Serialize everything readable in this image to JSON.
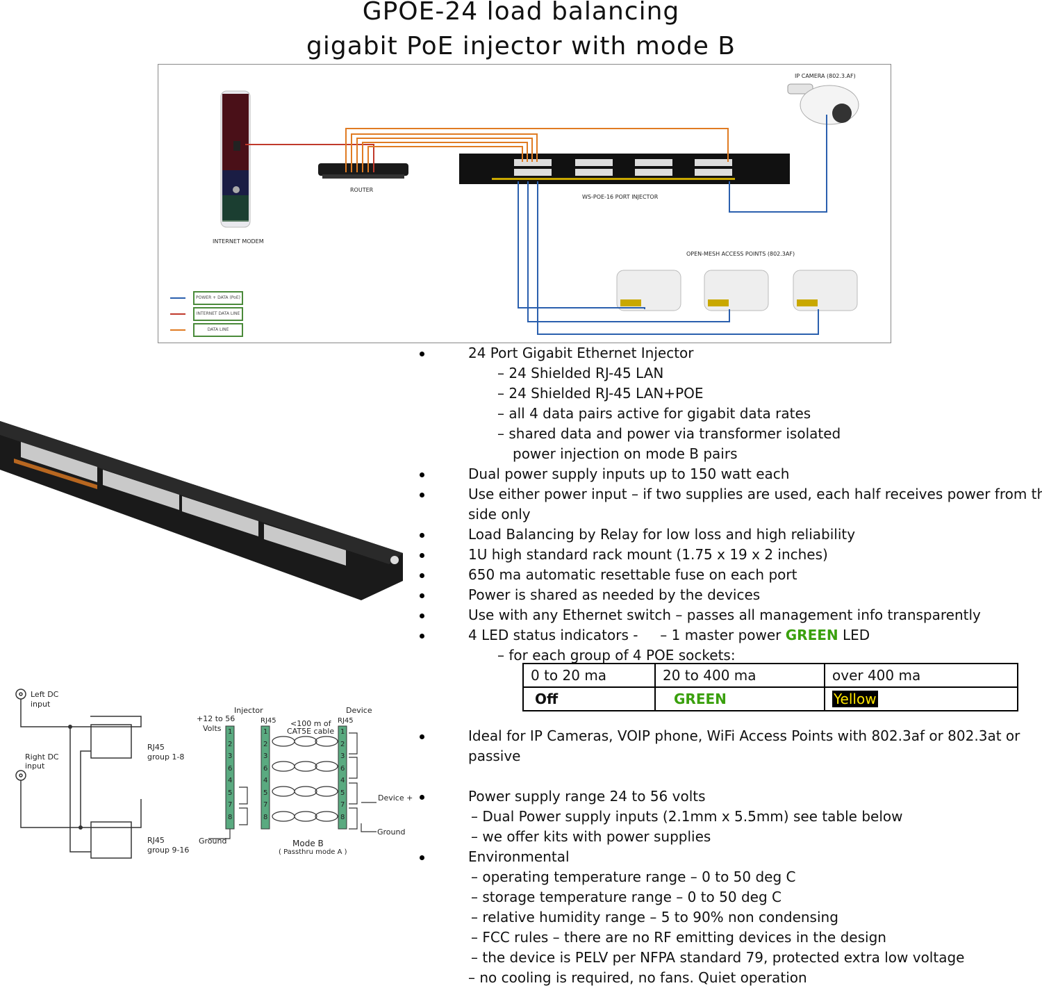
{
  "title": {
    "line1": "GPOE-24    load balancing",
    "line2": "gigabit PoE injector with mode B"
  },
  "diagram": {
    "labels": {
      "ip_camera": "IP CAMERA (802.3.AF)",
      "router": "ROUTER",
      "injector": "WS-POE-16 PORT INJECTOR",
      "modem": "INTERNET MODEM",
      "access_points": "OPEN-MESH ACCESS POINTS (802.3AF)"
    },
    "legend": [
      {
        "label": "POWER + DATA (PoE)",
        "color": "#2a5fae"
      },
      {
        "label": "INTERNET DATA LINE",
        "color": "#c0392b"
      },
      {
        "label": "DATA LINE",
        "color": "#e07b22"
      }
    ]
  },
  "features": {
    "b1": "24 Port Gigabit Ethernet Injector",
    "b1_s1": "– 24 Shielded RJ-45 LAN",
    "b1_s2": "– 24 Shielded RJ-45 LAN+POE",
    "b1_s3": "– all 4 data pairs active for gigabit data rates",
    "b1_s4": "– shared data and power via transformer isolated",
    "b1_s5": "power injection on mode B   pairs",
    "b2": "Dual power supply inputs up to 150 watt each",
    "b3a": "Use either power input – if two supplies are used, each half receives power from that",
    "b3b": "side only",
    "b4": "Load Balancing by Relay for low loss and high reliability",
    "b5": "1U high standard rack mount (1.75 x 19 x 2 inches)",
    "b6": "650 ma automatic resettable fuse on each port",
    "b7": "Power is shared as needed by the devices",
    "b8": "Use with any Ethernet switch – passes all management info transparently",
    "b9_pre": "4 LED status indicators -     – 1 master power ",
    "b9_green": "GREEN",
    "b9_post": " LED",
    "b9_sub": "– for each group of 4 POE sockets:",
    "b10a": "Ideal for IP Cameras, VOIP phone, WiFi Access Points with 802.3af or 802.3at or",
    "b10b": "passive",
    "b11": "Power supply range 24 to 56 volts",
    "b11_s1": "– Dual Power supply inputs  (2.1mm x 5.5mm) see table below",
    "b11_s2": "– we offer kits with power supplies",
    "b12": "Environmental",
    "b12_s1": "– operating temperature range – 0 to 50 deg C",
    "b12_s2": "– storage temperature range – 0 to 50 deg C",
    "b12_s3": "– relative humidity range – 5 to 90% non condensing",
    "b12_s4": "– FCC rules – there are no RF emitting devices in the design",
    "b12_s5": "– the device is PELV per NFPA standard 79, protected extra low voltage",
    "b12_s6": "– no cooling is required, no fans.  Quiet operation"
  },
  "led_table": {
    "header": [
      "0 to 20 ma",
      "20 to 400 ma",
      "over 400 ma"
    ],
    "values": [
      "Off",
      "GREEN",
      "Yellow"
    ]
  },
  "circuit": {
    "left_dc": "Left DC",
    "input1": "input",
    "right_dc": "Right DC",
    "input2": "input",
    "rj45_g1": "RJ45",
    "group1": "group 1-8",
    "rj45_g2": "RJ45",
    "group2": "group 9-16",
    "voltage": "+12 to 56",
    "volts": "Volts",
    "injector": "Injector",
    "rj45_a": "RJ45",
    "cable1": "<100 m of",
    "cable2": "CAT5E cable",
    "device": "Device",
    "rj45_b": "RJ45",
    "device_plus": "Device +",
    "ground_l": "Ground",
    "ground_r": "Ground",
    "mode": "Mode B",
    "passthru": "( Passthru mode A )",
    "pins": [
      "1",
      "2",
      "3",
      "6",
      "4",
      "5",
      "7",
      "8"
    ]
  },
  "colors": {
    "poe_line": "#2a5fae",
    "internet_line": "#c0392b",
    "data_line": "#e07b22",
    "led_green": "#3aa00d",
    "led_yellow": "#ffe600",
    "terminal_green": "#5aaa80"
  }
}
